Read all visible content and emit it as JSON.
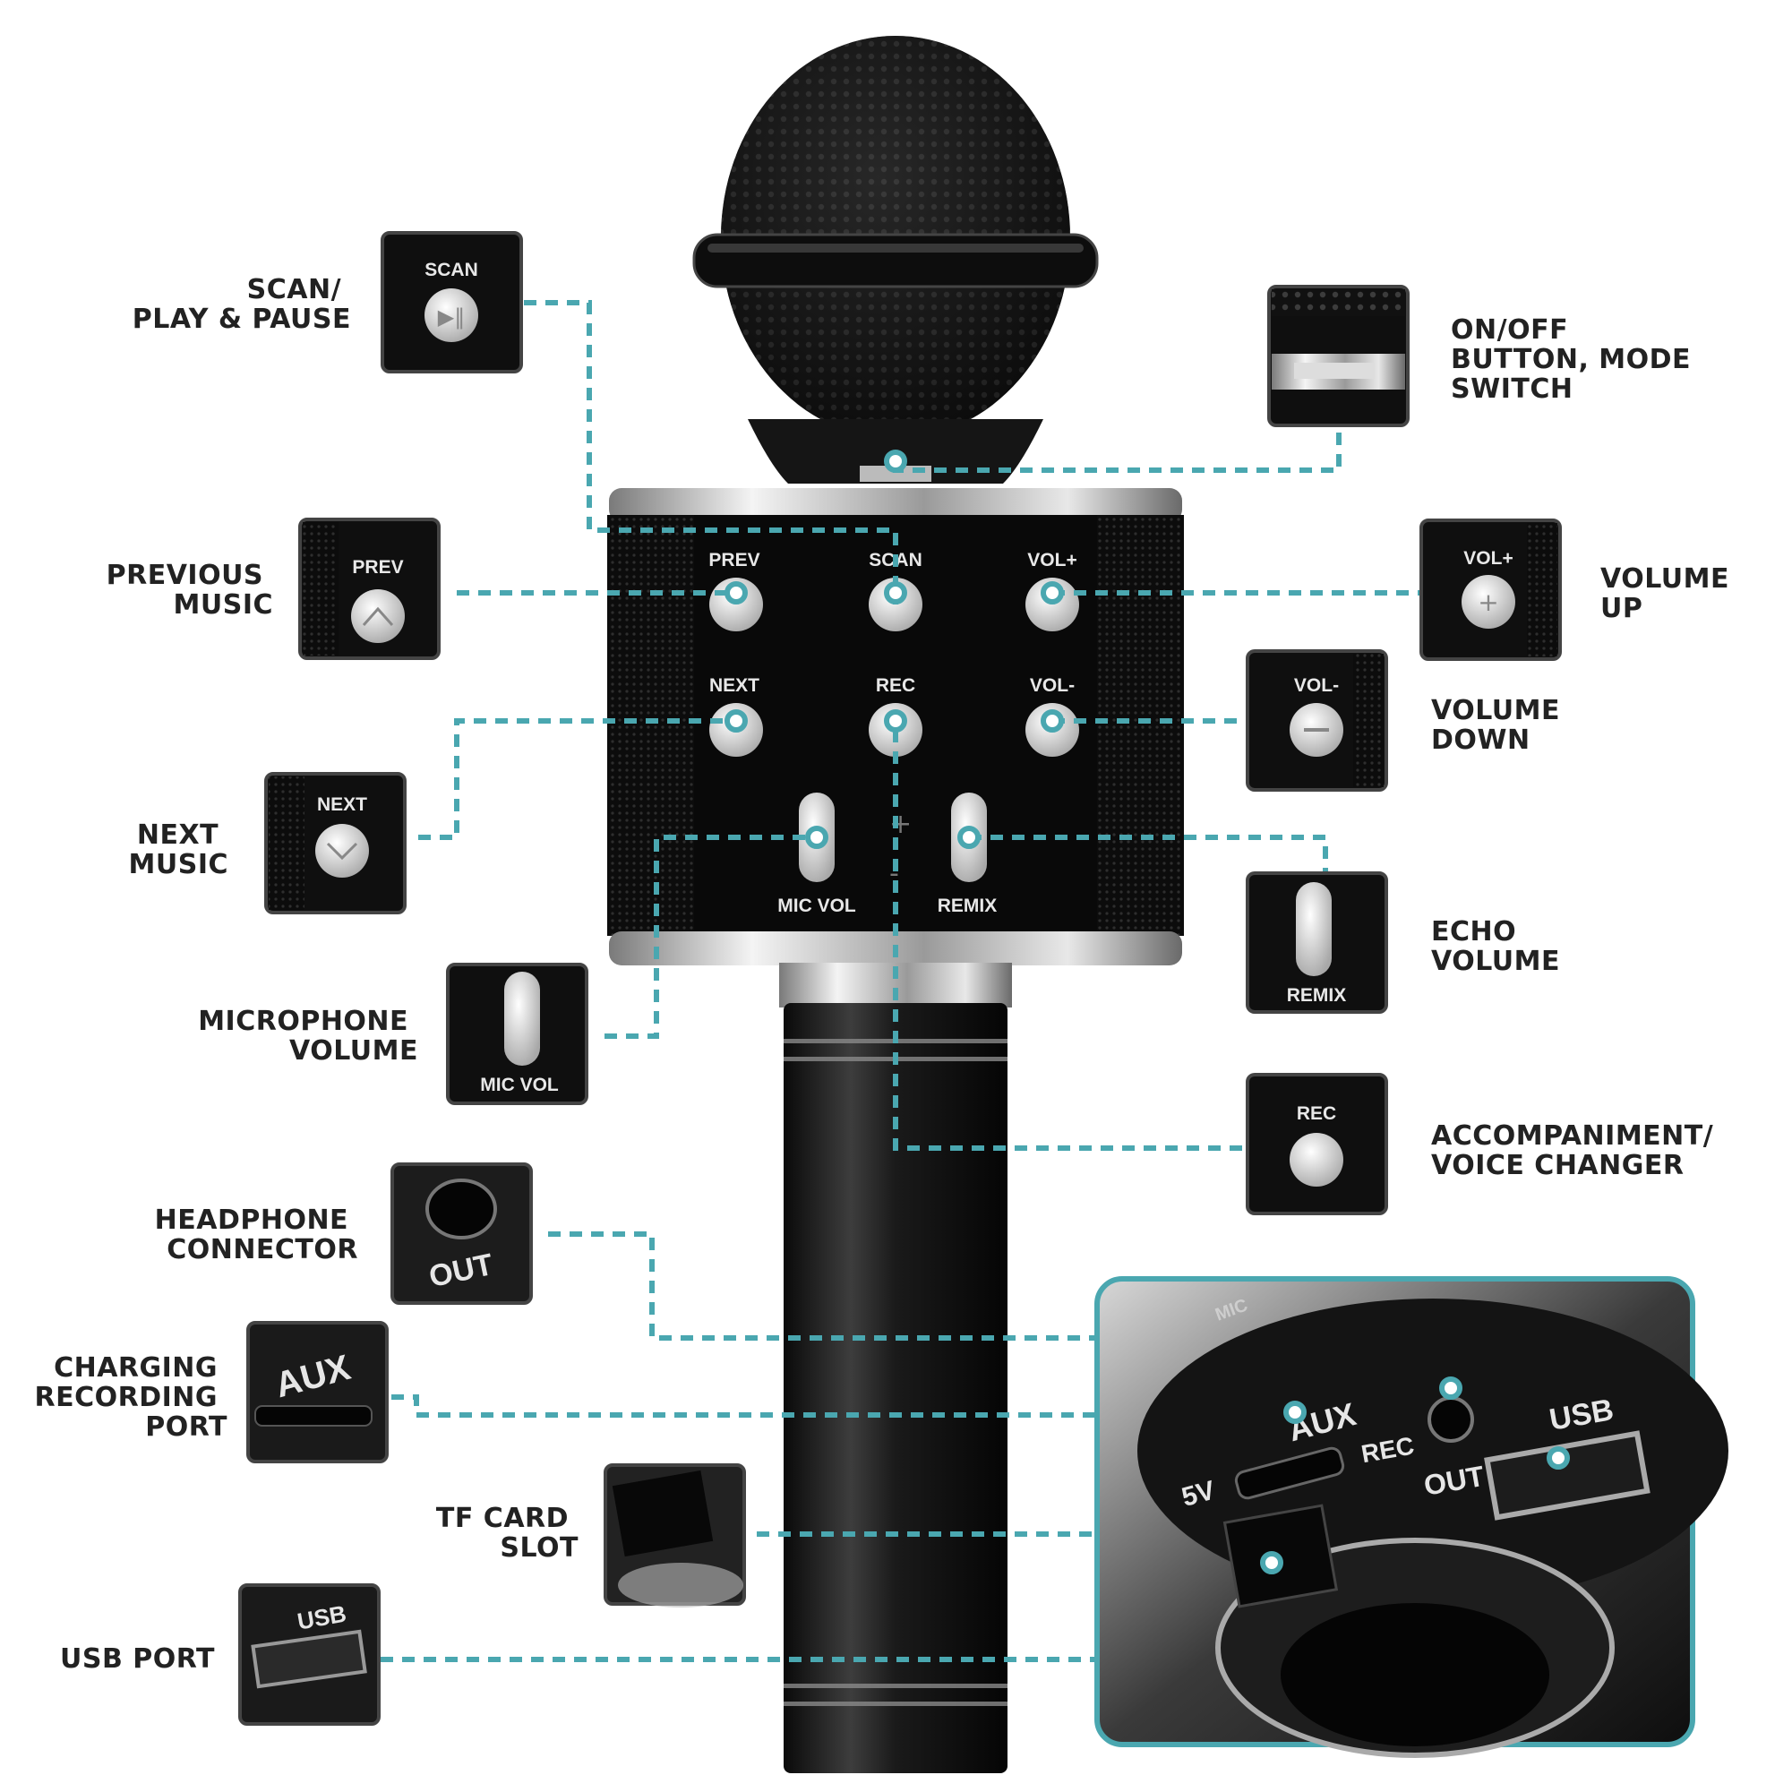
{
  "labels": {
    "scan_play_pause": [
      "SCAN/",
      "PLAY & PAUSE"
    ],
    "previous_music": [
      "PREVIOUS",
      "MUSIC"
    ],
    "next_music": [
      "NEXT",
      "MUSIC"
    ],
    "microphone_volume": [
      "MICROPHONE",
      "VOLUME"
    ],
    "headphone_connector": [
      "HEADPHONE",
      "CONNECTOR"
    ],
    "charging_recording_port": [
      "CHARGING",
      "RECORDING",
      "PORT"
    ],
    "tf_card_slot": [
      "TF CARD",
      "SLOT"
    ],
    "usb_port": [
      "USB PORT"
    ],
    "on_off_mode": [
      "ON/OFF",
      "BUTTON, MODE",
      "SWITCH"
    ],
    "volume_up": [
      "VOLUME",
      "UP"
    ],
    "volume_down": [
      "VOLUME",
      "DOWN"
    ],
    "echo_volume": [
      "ECHO",
      "VOLUME"
    ],
    "accompaniment": [
      "ACCOMPANIMENT/",
      "VOICE CHANGER"
    ]
  },
  "device_buttons": {
    "prev": "PREV",
    "scan": "SCAN",
    "vol_up": "VOL+",
    "next": "NEXT",
    "rec": "REC",
    "vol_down": "VOL-",
    "mic_vol": "MIC VOL",
    "remix": "REMIX"
  },
  "inset_text": {
    "aux": "AUX",
    "rec": "REC",
    "out": "OUT",
    "usb": "USB",
    "five_v": "5V",
    "mic": "MIC"
  },
  "colors": {
    "accent": "#4aa7b0",
    "body": "#111111",
    "chrome": "#c8c8c8"
  }
}
